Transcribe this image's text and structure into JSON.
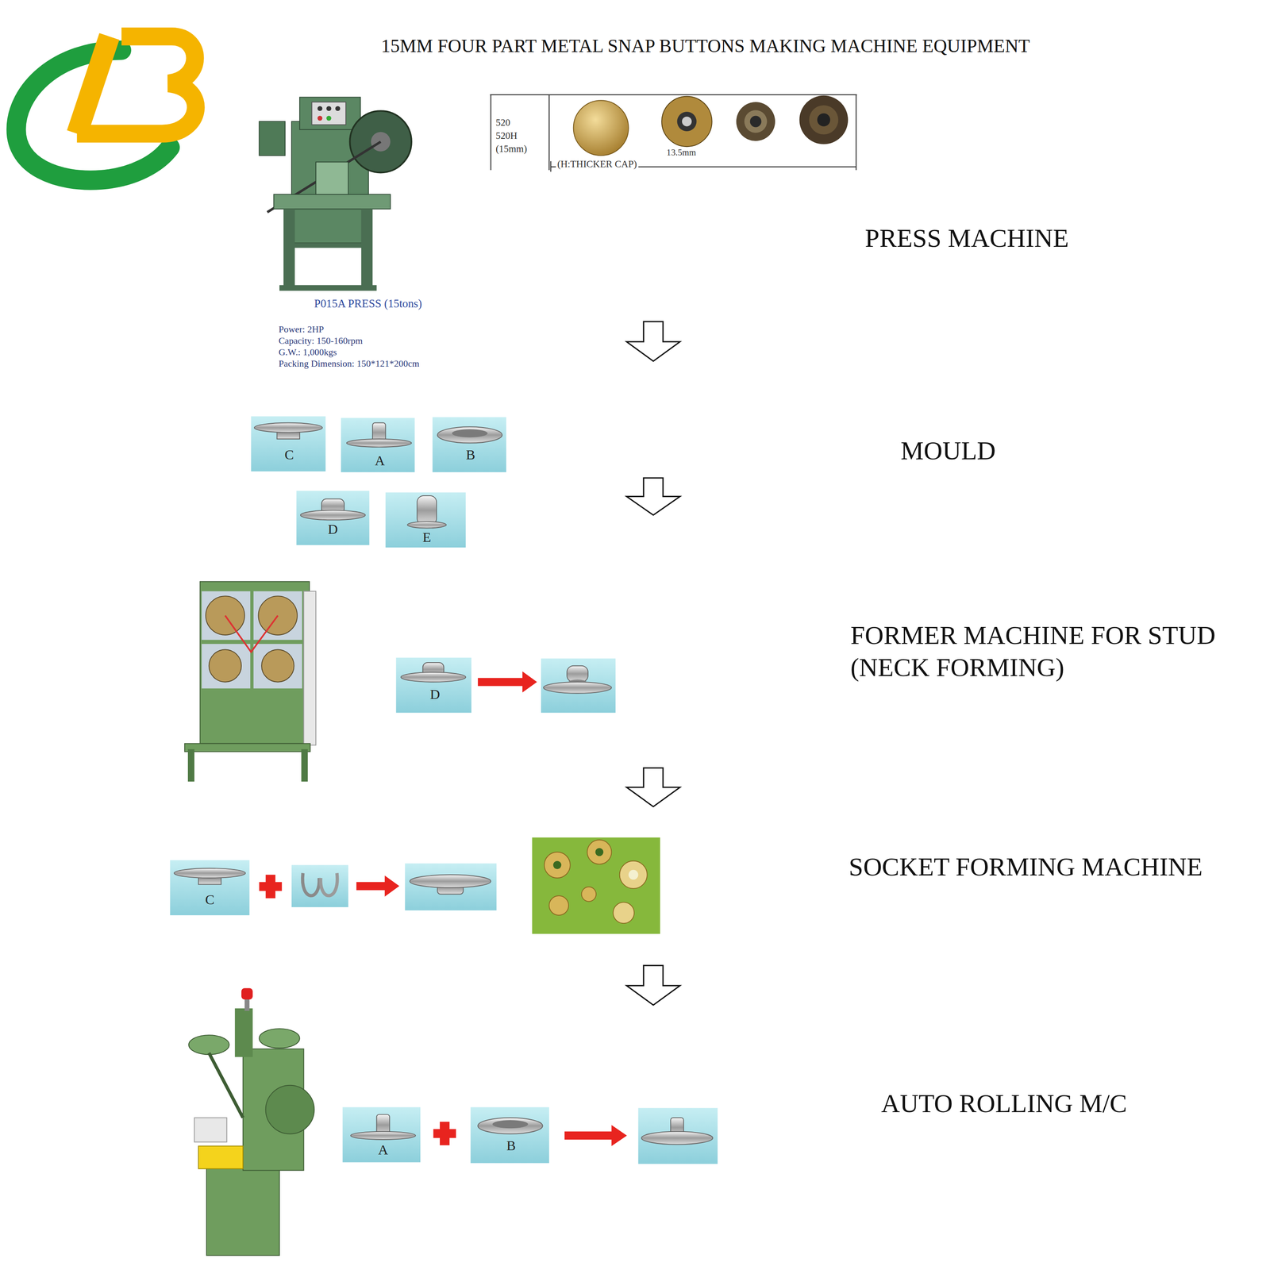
{
  "diagram": {
    "title": "15MM FOUR PART METAL SNAP BUTTONS MAKING MACHINE EQUIPMENT",
    "nodes": [
      {
        "text": [
          "PRESS MACHINE"
        ]
      },
      {
        "text": [
          "MOULD"
        ]
      },
      {
        "text": [
          "FORMER MACHINE FOR STUD (NECK FORMING)"
        ]
      },
      {
        "text": [
          "SOCKET FORMING MACHINE"
        ]
      },
      {
        "text": [
          "AUTO ROLLING M/C"
        ]
      }
    ],
    "edges": [
      {
        "from": 0,
        "to": 1,
        "arrow": "to"
      },
      {
        "from": 1,
        "to": 2,
        "arrow": "to"
      },
      {
        "from": 2,
        "to": 3,
        "arrow": "to"
      },
      {
        "from": 3,
        "to": 4,
        "arrow": "to"
      }
    ],
    "labels": [
      "P015A PRESS (15tons)",
      "Power: 2HP",
      "Capacity: 150-160rpm",
      "G.W.: 1,000kgs",
      "Packing Dimension: 150*121*200cm",
      "520",
      "520H",
      "(15mm)",
      "(H:THICKER CAP)",
      "13.5mm",
      "C",
      "A",
      "B",
      "D",
      "E",
      "D",
      "C",
      "A",
      "B"
    ]
  }
}
